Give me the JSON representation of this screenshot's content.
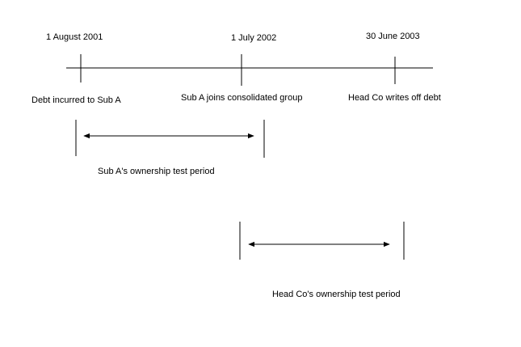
{
  "timeline": {
    "dates": [
      "1 August 2001",
      "1 July 2002",
      "30 June 2003"
    ],
    "events": [
      "Debt incurred to Sub A",
      "Sub A joins consolidated group",
      "Head Co writes off debt"
    ]
  },
  "periods": [
    {
      "label": "Sub A's ownership test period"
    },
    {
      "label": "Head Co's ownership test period"
    }
  ]
}
